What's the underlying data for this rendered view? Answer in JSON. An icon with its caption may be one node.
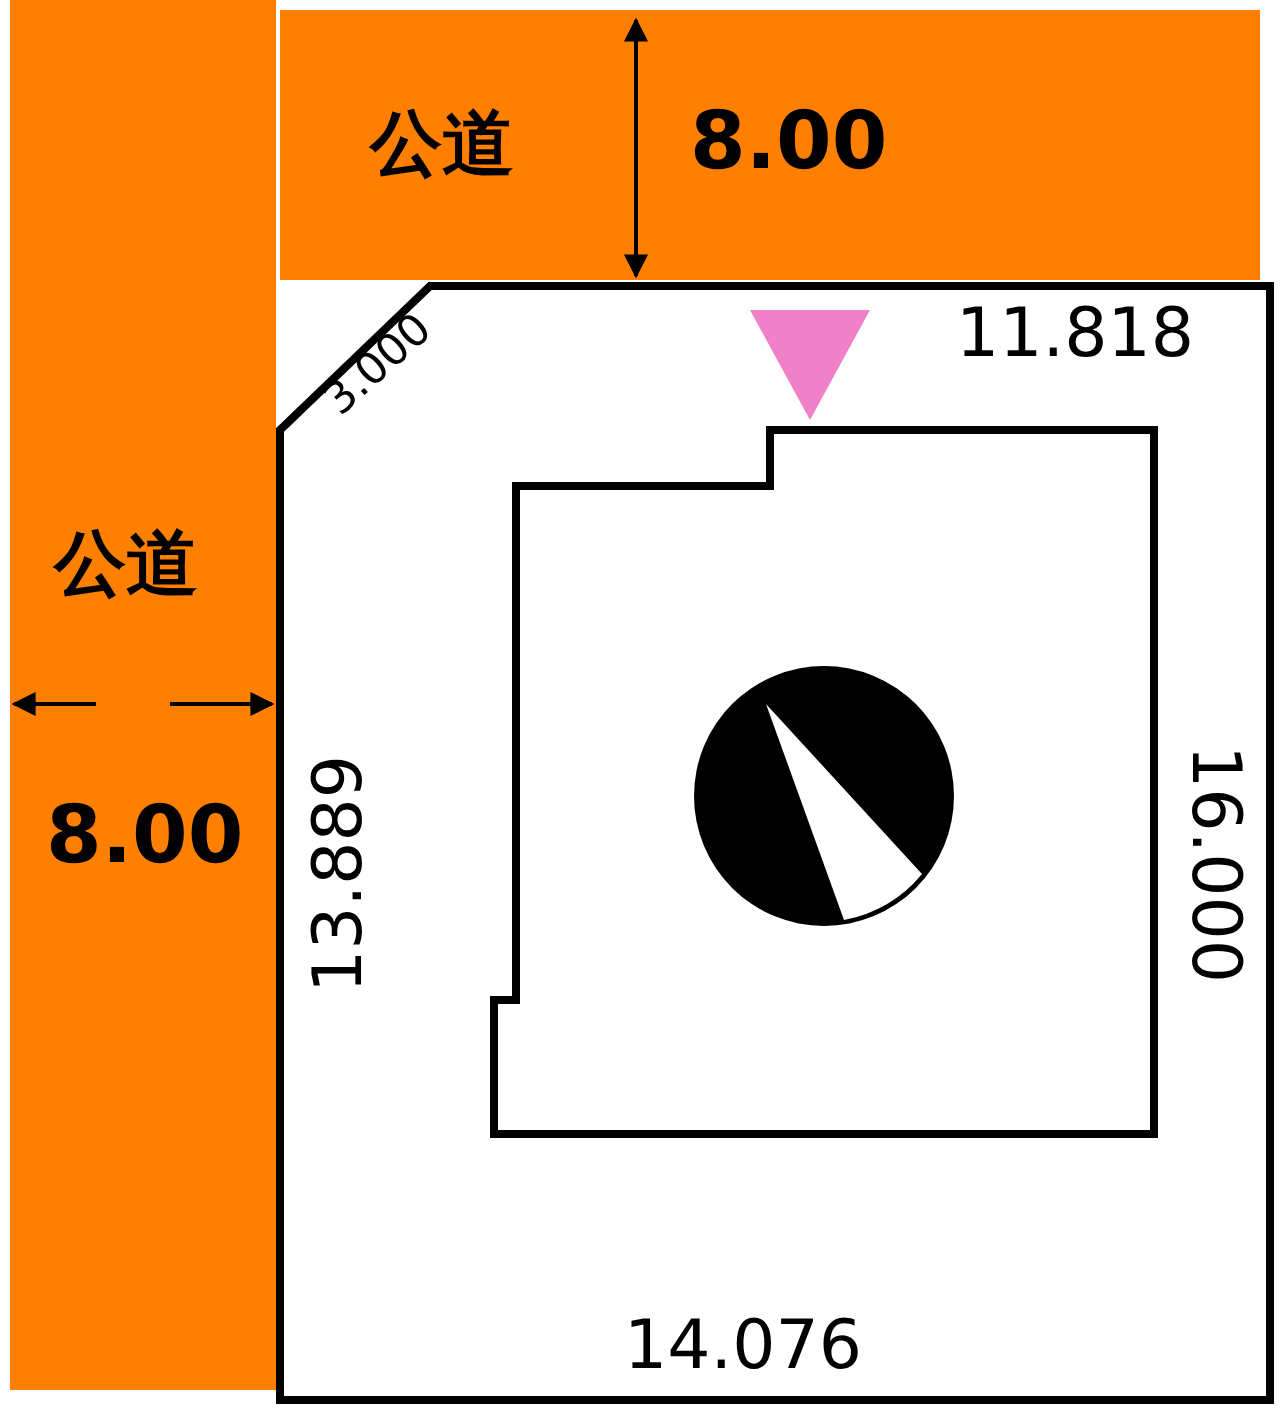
{
  "diagram": {
    "nodes": [
      {
        "text": [
          "公道",
          "8.00"
        ]
      },
      {
        "text": [
          "公道",
          "8.00"
        ]
      },
      {
        "text": [],
        "shape": "box"
      },
      {
        "text": [],
        "shape": "box",
        "in": 2
      }
    ],
    "labels": [
      "11.818",
      "3.000",
      "13.889",
      "16.000",
      "14.076"
    ]
  }
}
